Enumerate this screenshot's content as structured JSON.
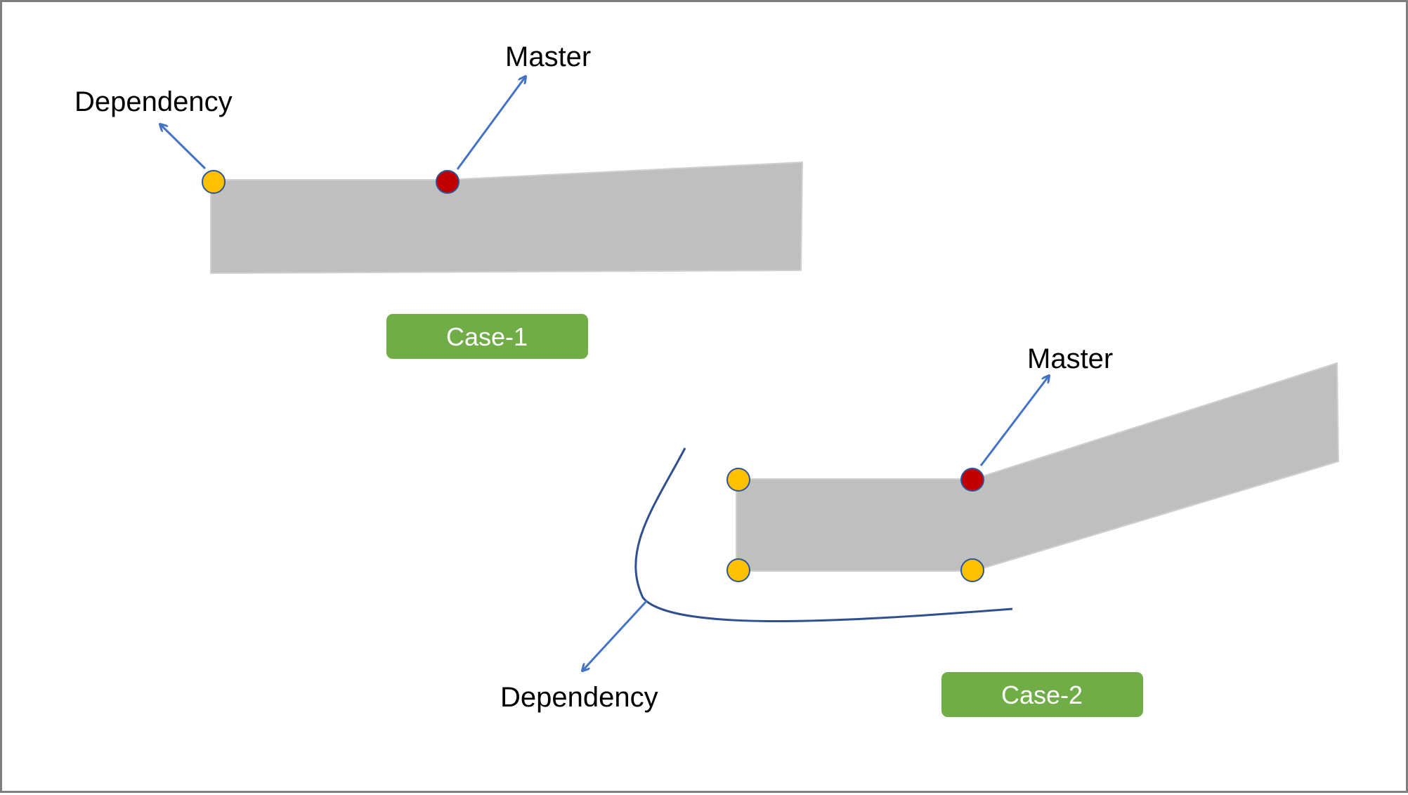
{
  "colors": {
    "background": "#ffffff",
    "border": "#7f7f7f",
    "shape_fill": "#bfbfbf",
    "shape_stroke": "#d0d0d0",
    "arrow": "#4472c4",
    "curve": "#2f4f8f",
    "master_point": "#c00000",
    "dependency_point": "#ffc000",
    "point_outline": "#2f5597",
    "case_badge": "#70ad47",
    "case_text": "#ffffff",
    "label_text": "#000000"
  },
  "case1": {
    "master_label": "Master",
    "dependency_label": "Dependency",
    "badge_label": "Case-1"
  },
  "case2": {
    "master_label": "Master",
    "dependency_label": "Dependency",
    "badge_label": "Case-2"
  }
}
